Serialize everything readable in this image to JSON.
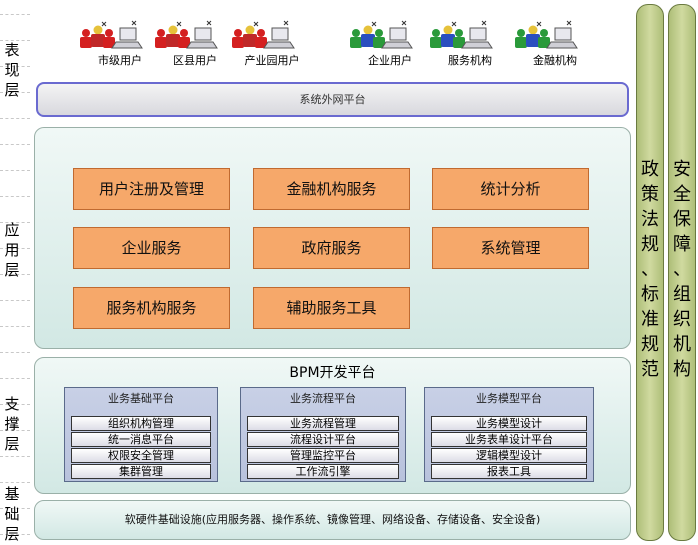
{
  "layers": {
    "presentation": [
      "表",
      "现",
      "层"
    ],
    "application": [
      "应",
      "用",
      "层"
    ],
    "support": [
      "支",
      "撑",
      "层"
    ],
    "foundation": [
      "基",
      "础",
      "层"
    ]
  },
  "users": [
    {
      "label": "市级用户",
      "icon": "user-group-red-icon"
    },
    {
      "label": "区县用户",
      "icon": "user-group-red-icon"
    },
    {
      "label": "产业园用户",
      "icon": "user-group-red-icon"
    },
    {
      "label": "企业用户",
      "icon": "user-group-green-icon"
    },
    {
      "label": "服务机构",
      "icon": "user-group-green-icon"
    },
    {
      "label": "金融机构",
      "icon": "user-group-green-icon"
    }
  ],
  "portal_label": "系统外网平台",
  "app_services": [
    "用户注册及管理",
    "金融机构服务",
    "统计分析",
    "企业服务",
    "政府服务",
    "系统管理",
    "服务机构服务",
    "辅助服务工具"
  ],
  "bpm": {
    "title": "BPM开发平台",
    "groups": [
      {
        "title": "业务基础平台",
        "items": [
          "组织机构管理",
          "统一消息平台",
          "权限安全管理",
          "集群管理"
        ]
      },
      {
        "title": "业务流程平台",
        "items": [
          "业务流程管理",
          "流程设计平台",
          "管理监控平台",
          "工作流引擎"
        ]
      },
      {
        "title": "业务模型平台",
        "items": [
          "业务模型设计",
          "业务表单设计平台",
          "逻辑模型设计",
          "报表工具"
        ]
      }
    ]
  },
  "infrastructure_label": "软硬件基础设施(应用服务器、操作系统、镜像管理、网络设备、存储设备、安全设备)",
  "side_policy": [
    "政",
    "策",
    "法",
    "规",
    "、",
    "标",
    "准",
    "规",
    "范"
  ],
  "side_security": [
    "安",
    "全",
    "保",
    "障",
    "、",
    "组",
    "织",
    "机",
    "构"
  ],
  "colors": {
    "service_box": "#f6a86a",
    "panel": "#dff0ec",
    "side_bar": "#bcc98a",
    "portal_border": "#6a6ad0",
    "group": "#c0c8e0"
  }
}
